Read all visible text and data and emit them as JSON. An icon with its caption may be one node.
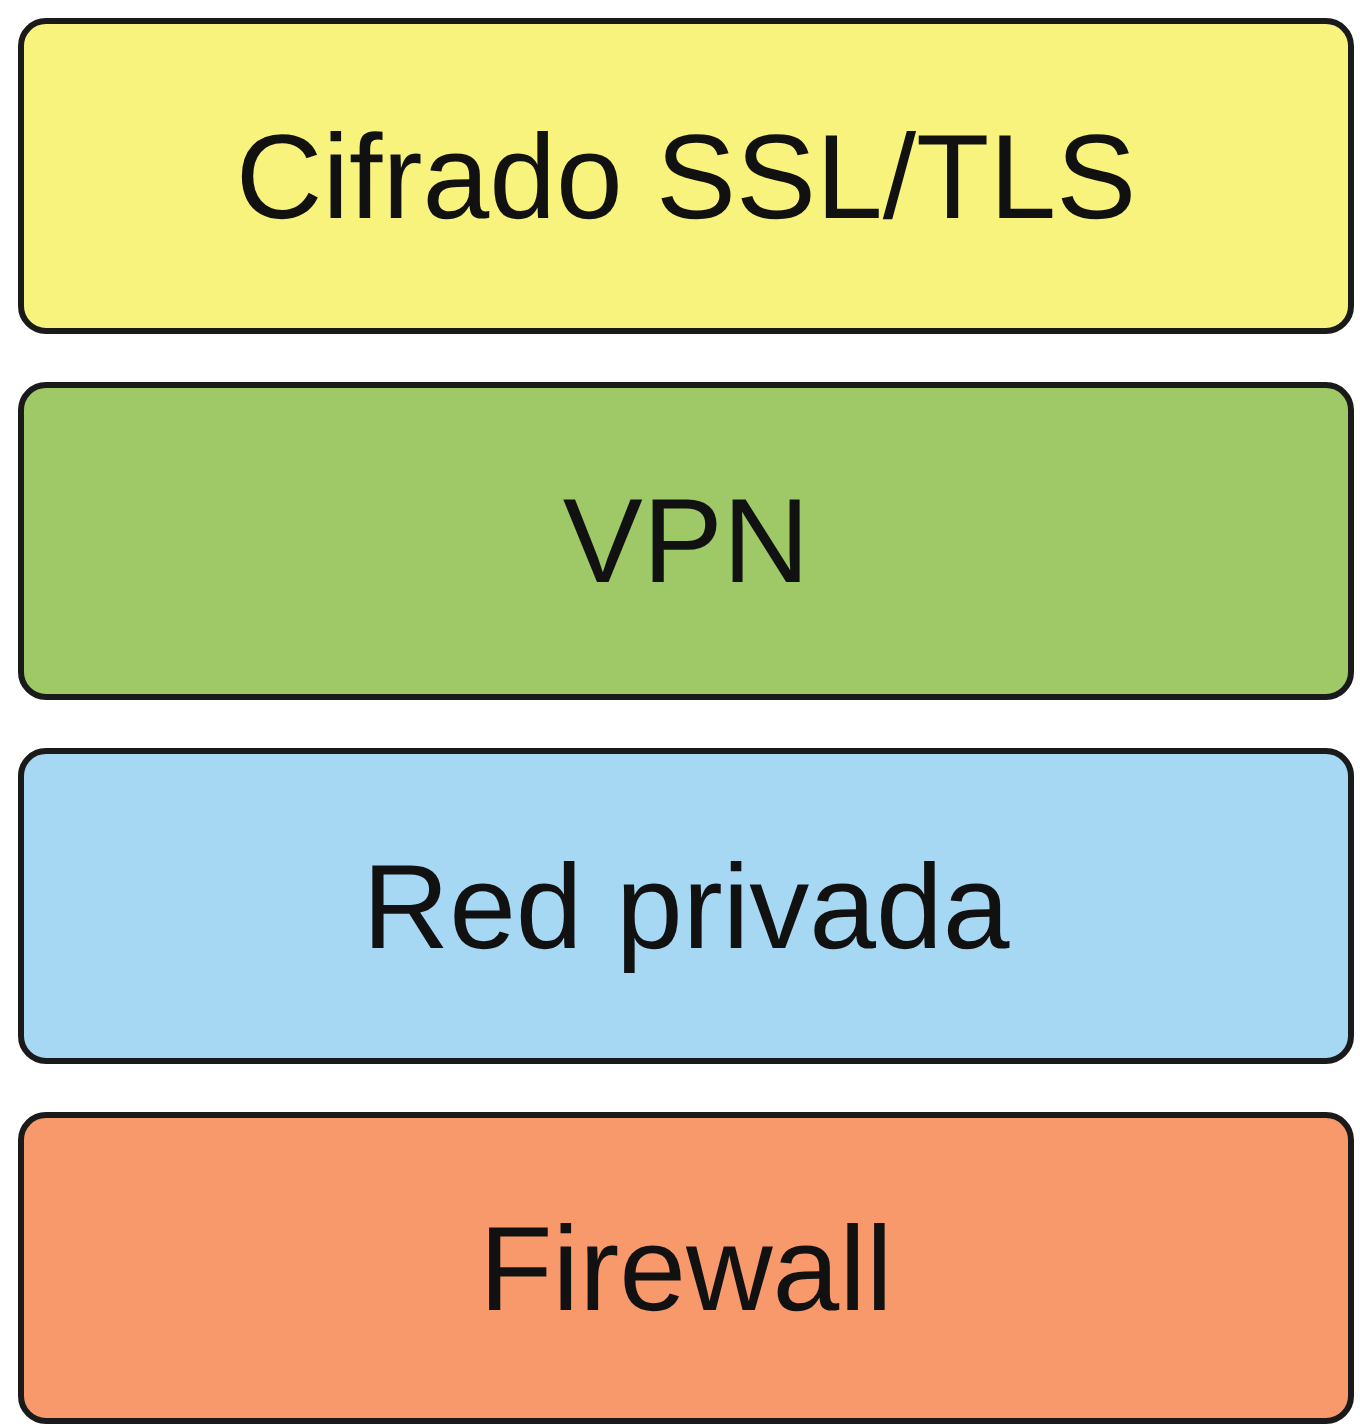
{
  "diagram": {
    "nodes": [
      {
        "text": [
          "Cifrado SSL/TLS"
        ]
      },
      {
        "text": [
          "VPN"
        ]
      },
      {
        "text": [
          "Red privada"
        ]
      },
      {
        "text": [
          "Firewall"
        ]
      }
    ]
  }
}
